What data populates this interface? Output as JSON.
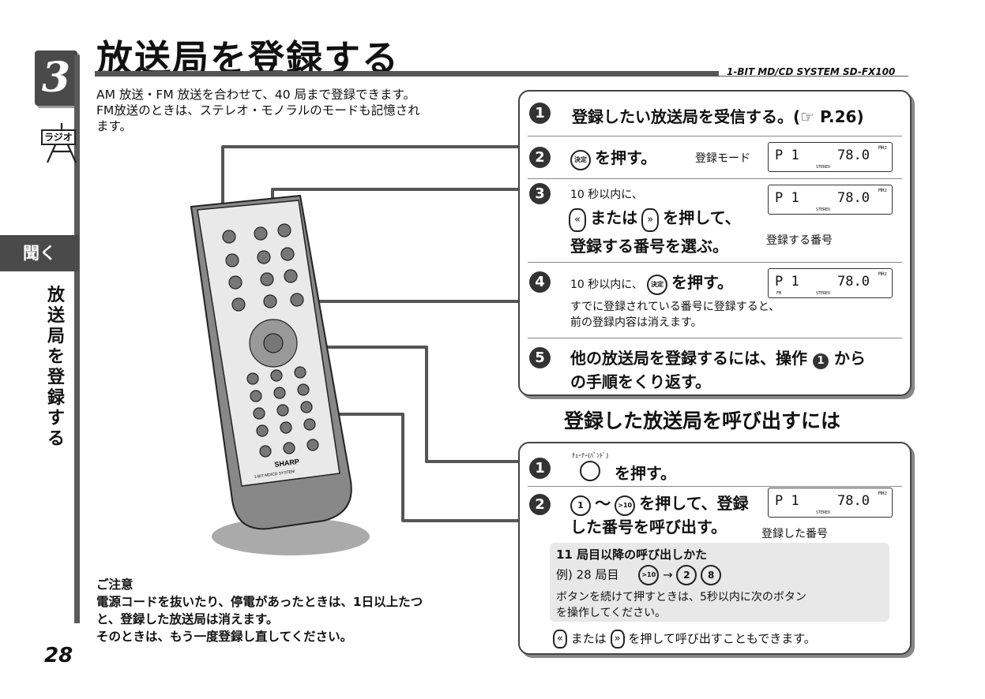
{
  "chapter": {
    "number": "3",
    "category": "ラジオ",
    "tab": "聞く",
    "vertical_title": "放送局を登録する"
  },
  "header": {
    "title": "放送局を登録する",
    "model": "1-BIT MD/CD SYSTEM  SD-FX100"
  },
  "intro": [
    "AM 放送・FM 放送を合わせて、40 局まで登録できます。",
    "FM放送のときは、ステレオ・モノラルのモードも記憶され",
    "ます。"
  ],
  "register": {
    "step1": {
      "num": "1",
      "text": "登録したい放送局を受信する。(☞ P.26)"
    },
    "step2": {
      "num": "2",
      "btn": "決定",
      "text": "を押す。",
      "mode_label": "登録モード",
      "lcd": {
        "p": "P 1",
        "freq": "78.0",
        "unit": "MHz",
        "stereo": "STEREO"
      }
    },
    "step3": {
      "num": "3",
      "pre": "10 秒以内に、",
      "mid": "または",
      "text": "を押して、",
      "text2": "登録する番号を選ぶ。",
      "lcd": {
        "p": "P 1",
        "freq": "78.0",
        "unit": "MHz",
        "stereo": "STEREO"
      },
      "lcd_caption": "登録する番号"
    },
    "step4": {
      "num": "4",
      "pre": "10 秒以内に、",
      "btn": "決定",
      "text": "を押す。",
      "note1": "すでに登録されている番号に登録すると、",
      "note2": "前の登録内容は消えます。",
      "lcd": {
        "p": "P 1",
        "freq": "78.0",
        "unit": "MHz",
        "fm": "FM",
        "stereo": "STEREO"
      }
    },
    "step5": {
      "num": "5",
      "text1": "他の放送局を登録するには、操作",
      "inline_num": "1",
      "text1b": "から",
      "text2": "の手順をくり返す。"
    }
  },
  "recall_title": "登録した放送局を呼び出すには",
  "recall": {
    "step1": {
      "num": "1",
      "btn_label": "ﾁｭｰﾅｰ(ﾊﾞﾝﾄﾞ)",
      "text": "を押す。"
    },
    "step2": {
      "num": "2",
      "btn_from": "1",
      "tilde": "〜",
      "btn_to": ">10",
      "text1": "を押して、登録",
      "text2": "した番号を呼び出す。",
      "lcd": {
        "p": "P 1",
        "freq": "78.0",
        "unit": "MHz",
        "stereo": "STEREO"
      },
      "lcd_caption": "登録した番号"
    },
    "tip": {
      "title": "11 局目以降の呼び出しかた",
      "example_label": "例) 28 局目",
      "seq_arrow": "→",
      "seq2": "2",
      "seq3": "8",
      "line1": "ボタンを続けて押すときは、5秒以内に次のボタン",
      "line2": "を操作してください。"
    },
    "footer": {
      "mid": "または",
      "text": "を押して呼び出すこともできます。"
    }
  },
  "caution": {
    "title": "ご注意",
    "lines": [
      "電源コードを抜いたり、停電があったときは、1日以上たつ",
      "と、登録した放送局は消えます。",
      "そのときは、もう一度登録し直してください。"
    ]
  },
  "remote": {
    "brand": "SHARP",
    "model_strip": "1-BIT MD/CD SYSTEM"
  },
  "page_number": "28"
}
